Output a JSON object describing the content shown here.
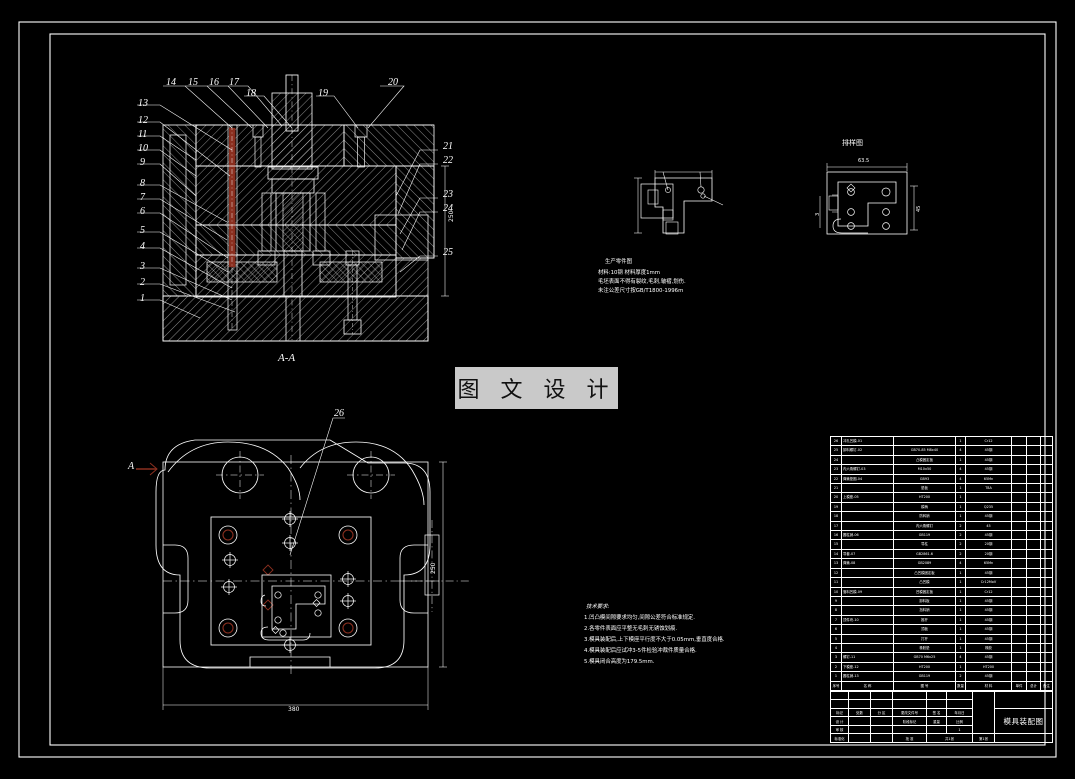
{
  "drawing": {
    "sheet_size": "A1",
    "background": "#000000",
    "line_color": "#ffffff",
    "accent_color": "#8b2f1f",
    "watermark": "图 文 设 计"
  },
  "main_view": {
    "label": "A-A",
    "vertical_dimension": "250",
    "left_callouts": [
      "13",
      "12",
      "11",
      "10",
      "9",
      "8",
      "7",
      "6",
      "5",
      "4",
      "3",
      "2",
      "1"
    ],
    "top_callouts": [
      "14",
      "15",
      "16",
      "17",
      "18",
      "19",
      "20"
    ],
    "right_callouts": [
      "21",
      "22",
      "23",
      "24",
      "25"
    ]
  },
  "plan_view": {
    "section_marker": "A",
    "callout": "26",
    "width_dimension": "380",
    "height_dimension": "250"
  },
  "workpiece_note": {
    "title": "生产零件图",
    "lines": [
      "材料:10钢  材料厚度1mm",
      "毛坯表面不得有裂纹,毛刺,皱褶,划伤.",
      "未注公差尺寸按GB/T1800-1996m"
    ]
  },
  "layout_view": {
    "title": "排样图",
    "dim_top": "63.5",
    "dim_right": "45",
    "dim_left": "3"
  },
  "tech_notes": {
    "title": "技术要求:",
    "lines": [
      "1.凹凸模间隙要求均匀,间隙公差符合标准规定.",
      "2.各零件表面应平整无毛刺无锈蚀划痕.",
      "3.模具装配后,上下模座平行度不大于0.05mm,垂直度合格.",
      "4.模具装配后应试冲3-5件检验冲裁件质量合格.",
      "5.模具闭合高度为179.5mm."
    ]
  },
  "bom": {
    "columns": [
      "序号",
      "名 称",
      "图 号",
      "数量",
      "材 料",
      "单件",
      "总计",
      "备注"
    ],
    "rows": [
      {
        "no": "26",
        "name": "冲孔凹模-01",
        "code": "",
        "qty": "1",
        "mat": "Cr12",
        "a": "",
        "b": "",
        "c": ""
      },
      {
        "no": "25",
        "name": "卸料螺钉-02",
        "code": "GB70-85 M8x40",
        "qty": "4",
        "mat": "45钢",
        "a": "",
        "b": "",
        "c": ""
      },
      {
        "no": "24",
        "name": "",
        "code": "凸模固定板",
        "qty": "1",
        "mat": "45钢",
        "a": "",
        "b": "",
        "c": ""
      },
      {
        "no": "23",
        "name": "内六角螺钉-03",
        "code": "M10x50",
        "qty": "4",
        "mat": "45钢",
        "a": "",
        "b": "",
        "c": ""
      },
      {
        "no": "22",
        "name": "弹簧垫圈-04",
        "code": "GB93",
        "qty": "4",
        "mat": "65Mn",
        "a": "",
        "b": "",
        "c": ""
      },
      {
        "no": "21",
        "name": "",
        "code": "垫板",
        "qty": "1",
        "mat": "T8A",
        "a": "",
        "b": "",
        "c": ""
      },
      {
        "no": "20",
        "name": "上模座-05",
        "code": "HT200",
        "qty": "1",
        "mat": "",
        "a": "",
        "b": "",
        "c": ""
      },
      {
        "no": "19",
        "name": "",
        "code": "模柄",
        "qty": "1",
        "mat": "Q235",
        "a": "",
        "b": "",
        "c": ""
      },
      {
        "no": "18",
        "name": "",
        "code": "防转销",
        "qty": "1",
        "mat": "45钢",
        "a": "",
        "b": "",
        "c": ""
      },
      {
        "no": "17",
        "name": "",
        "code": "内六角螺钉",
        "qty": "2",
        "mat": "45",
        "a": "",
        "b": "",
        "c": ""
      },
      {
        "no": "16",
        "name": "圆柱销-06",
        "code": "GB119",
        "qty": "2",
        "mat": "45钢",
        "a": "",
        "b": "",
        "c": ""
      },
      {
        "no": "15",
        "name": "",
        "code": "导柱",
        "qty": "2",
        "mat": "20钢",
        "a": "",
        "b": "",
        "c": ""
      },
      {
        "no": "14",
        "name": "导套-07",
        "code": "GB2861.6",
        "qty": "2",
        "mat": "20钢",
        "a": "",
        "b": "",
        "c": ""
      },
      {
        "no": "13",
        "name": "弹簧-08",
        "code": "GB2089",
        "qty": "4",
        "mat": "65Mn",
        "a": "",
        "b": "",
        "c": ""
      },
      {
        "no": "12",
        "name": "",
        "code": "凸凹模固定板",
        "qty": "1",
        "mat": "45钢",
        "a": "",
        "b": "",
        "c": ""
      },
      {
        "no": "11",
        "name": "",
        "code": "凸凹模",
        "qty": "1",
        "mat": "Cr12MoV",
        "a": "",
        "b": "",
        "c": ""
      },
      {
        "no": "10",
        "name": "落料凹模-09",
        "code": "凹模固定板",
        "qty": "1",
        "mat": "Cr12",
        "a": "",
        "b": "",
        "c": ""
      },
      {
        "no": "9",
        "name": "",
        "code": "卸料板",
        "qty": "1",
        "mat": "45钢",
        "a": "",
        "b": "",
        "c": ""
      },
      {
        "no": "8",
        "name": "",
        "code": "挡料销",
        "qty": "1",
        "mat": "45钢",
        "a": "",
        "b": "",
        "c": ""
      },
      {
        "no": "7",
        "name": "顶件块-10",
        "code": "推杆",
        "qty": "1",
        "mat": "45钢",
        "a": "",
        "b": "",
        "c": ""
      },
      {
        "no": "6",
        "name": "",
        "code": "顶板",
        "qty": "1",
        "mat": "45钢",
        "a": "",
        "b": "",
        "c": ""
      },
      {
        "no": "5",
        "name": "",
        "code": "打杆",
        "qty": "1",
        "mat": "45钢",
        "a": "",
        "b": "",
        "c": ""
      },
      {
        "no": "4",
        "name": "",
        "code": "橡胶垫",
        "qty": "1",
        "mat": "橡胶",
        "a": "",
        "b": "",
        "c": ""
      },
      {
        "no": "3",
        "name": "螺钉-11",
        "code": "GB70 M6x25",
        "qty": "4",
        "mat": "45钢",
        "a": "",
        "b": "",
        "c": ""
      },
      {
        "no": "2",
        "name": "下模座-12",
        "code": "HT200",
        "qty": "1",
        "mat": "HT200",
        "a": "",
        "b": "",
        "c": ""
      },
      {
        "no": "1",
        "name": "圆柱销-13",
        "code": "GB119",
        "qty": "2",
        "mat": "45钢",
        "a": "",
        "b": "",
        "c": ""
      }
    ]
  },
  "title_block": {
    "row_labels": [
      "标记",
      "处数",
      "分 区",
      "更改文件号",
      "签 名",
      "年月日"
    ],
    "design_label": "设 计",
    "check_label": "审 核",
    "std_label": "标准化",
    "approve_label": "批 准",
    "stage_label": "阶段标记",
    "weight_label": "重量",
    "scale_label": "比例",
    "stage_value": "",
    "weight_value": "",
    "scale_value": "1",
    "sheet_of": "共1张",
    "sheet_no": "第1张",
    "sheet_a": "共1张",
    "sheet_b": "第1张",
    "drawing_title": "模具装配图",
    "company": ""
  }
}
